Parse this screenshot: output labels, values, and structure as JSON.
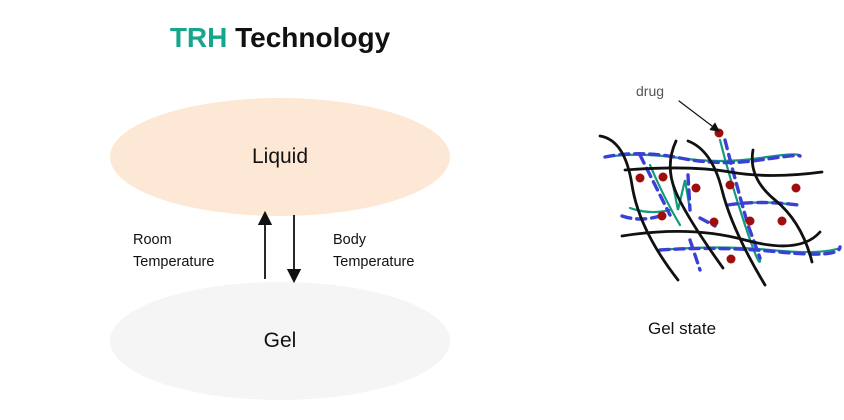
{
  "title": {
    "accent": "TRH",
    "rest": "Technology",
    "accent_color": "#17a58c"
  },
  "states": {
    "liquid": "Liquid",
    "gel": "Gel"
  },
  "transitions": {
    "up_label_line1": "Room",
    "up_label_line2": "Temperature",
    "down_label_line1": "Body",
    "down_label_line2": "Temperature"
  },
  "network": {
    "drug_label": "drug",
    "caption": "Gel state"
  },
  "colors": {
    "liquid_fill": "#fde8d5",
    "gel_fill": "#f5f5f5",
    "drug": "#a00d0d",
    "blue_dash": "#3a3fd6",
    "green": "#139a7c"
  }
}
